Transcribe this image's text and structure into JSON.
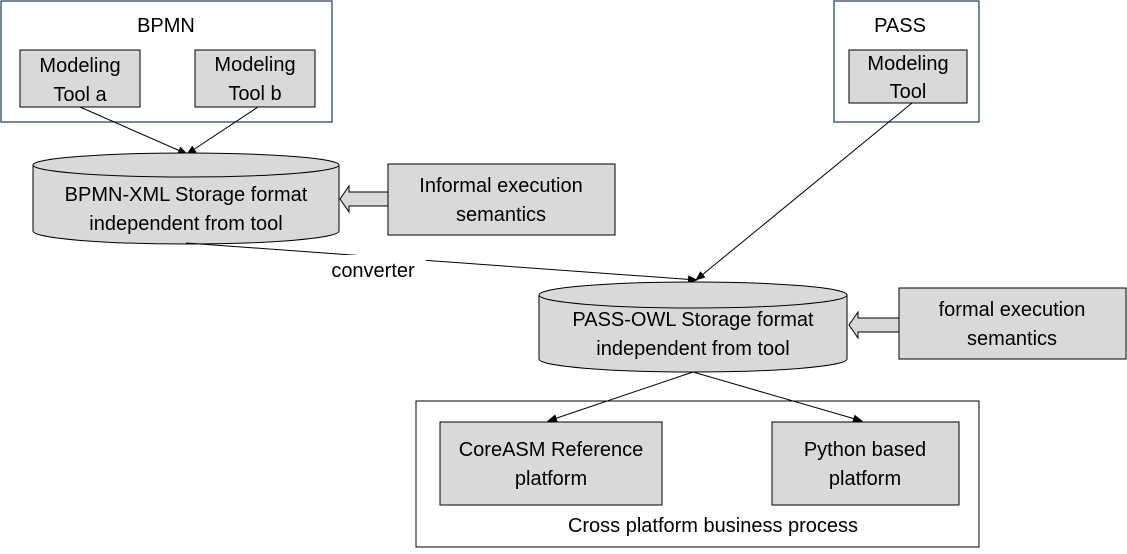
{
  "colors": {
    "box_fill": "#d9d9d9",
    "container_border": "#1f3864",
    "stroke": "#000000"
  },
  "bpmn_group": {
    "title": "BPMN",
    "tool_a": [
      "Modeling",
      "Tool a"
    ],
    "tool_b": [
      "Modeling",
      "Tool b"
    ]
  },
  "pass_group": {
    "title": "PASS",
    "tool": [
      "Modeling",
      "Tool"
    ]
  },
  "bpmn_storage": [
    "BPMN-XML Storage format",
    "independent from tool"
  ],
  "informal_semantics": [
    "Informal execution",
    "semantics"
  ],
  "converter": "converter",
  "pass_storage": [
    "PASS-OWL Storage format",
    "independent from tool"
  ],
  "formal_semantics": [
    "formal execution",
    "semantics"
  ],
  "platforms": {
    "caption": "Cross platform business process",
    "coreasm": [
      "CoreASM Reference",
      "platform"
    ],
    "python": [
      "Python based",
      "platform"
    ]
  }
}
